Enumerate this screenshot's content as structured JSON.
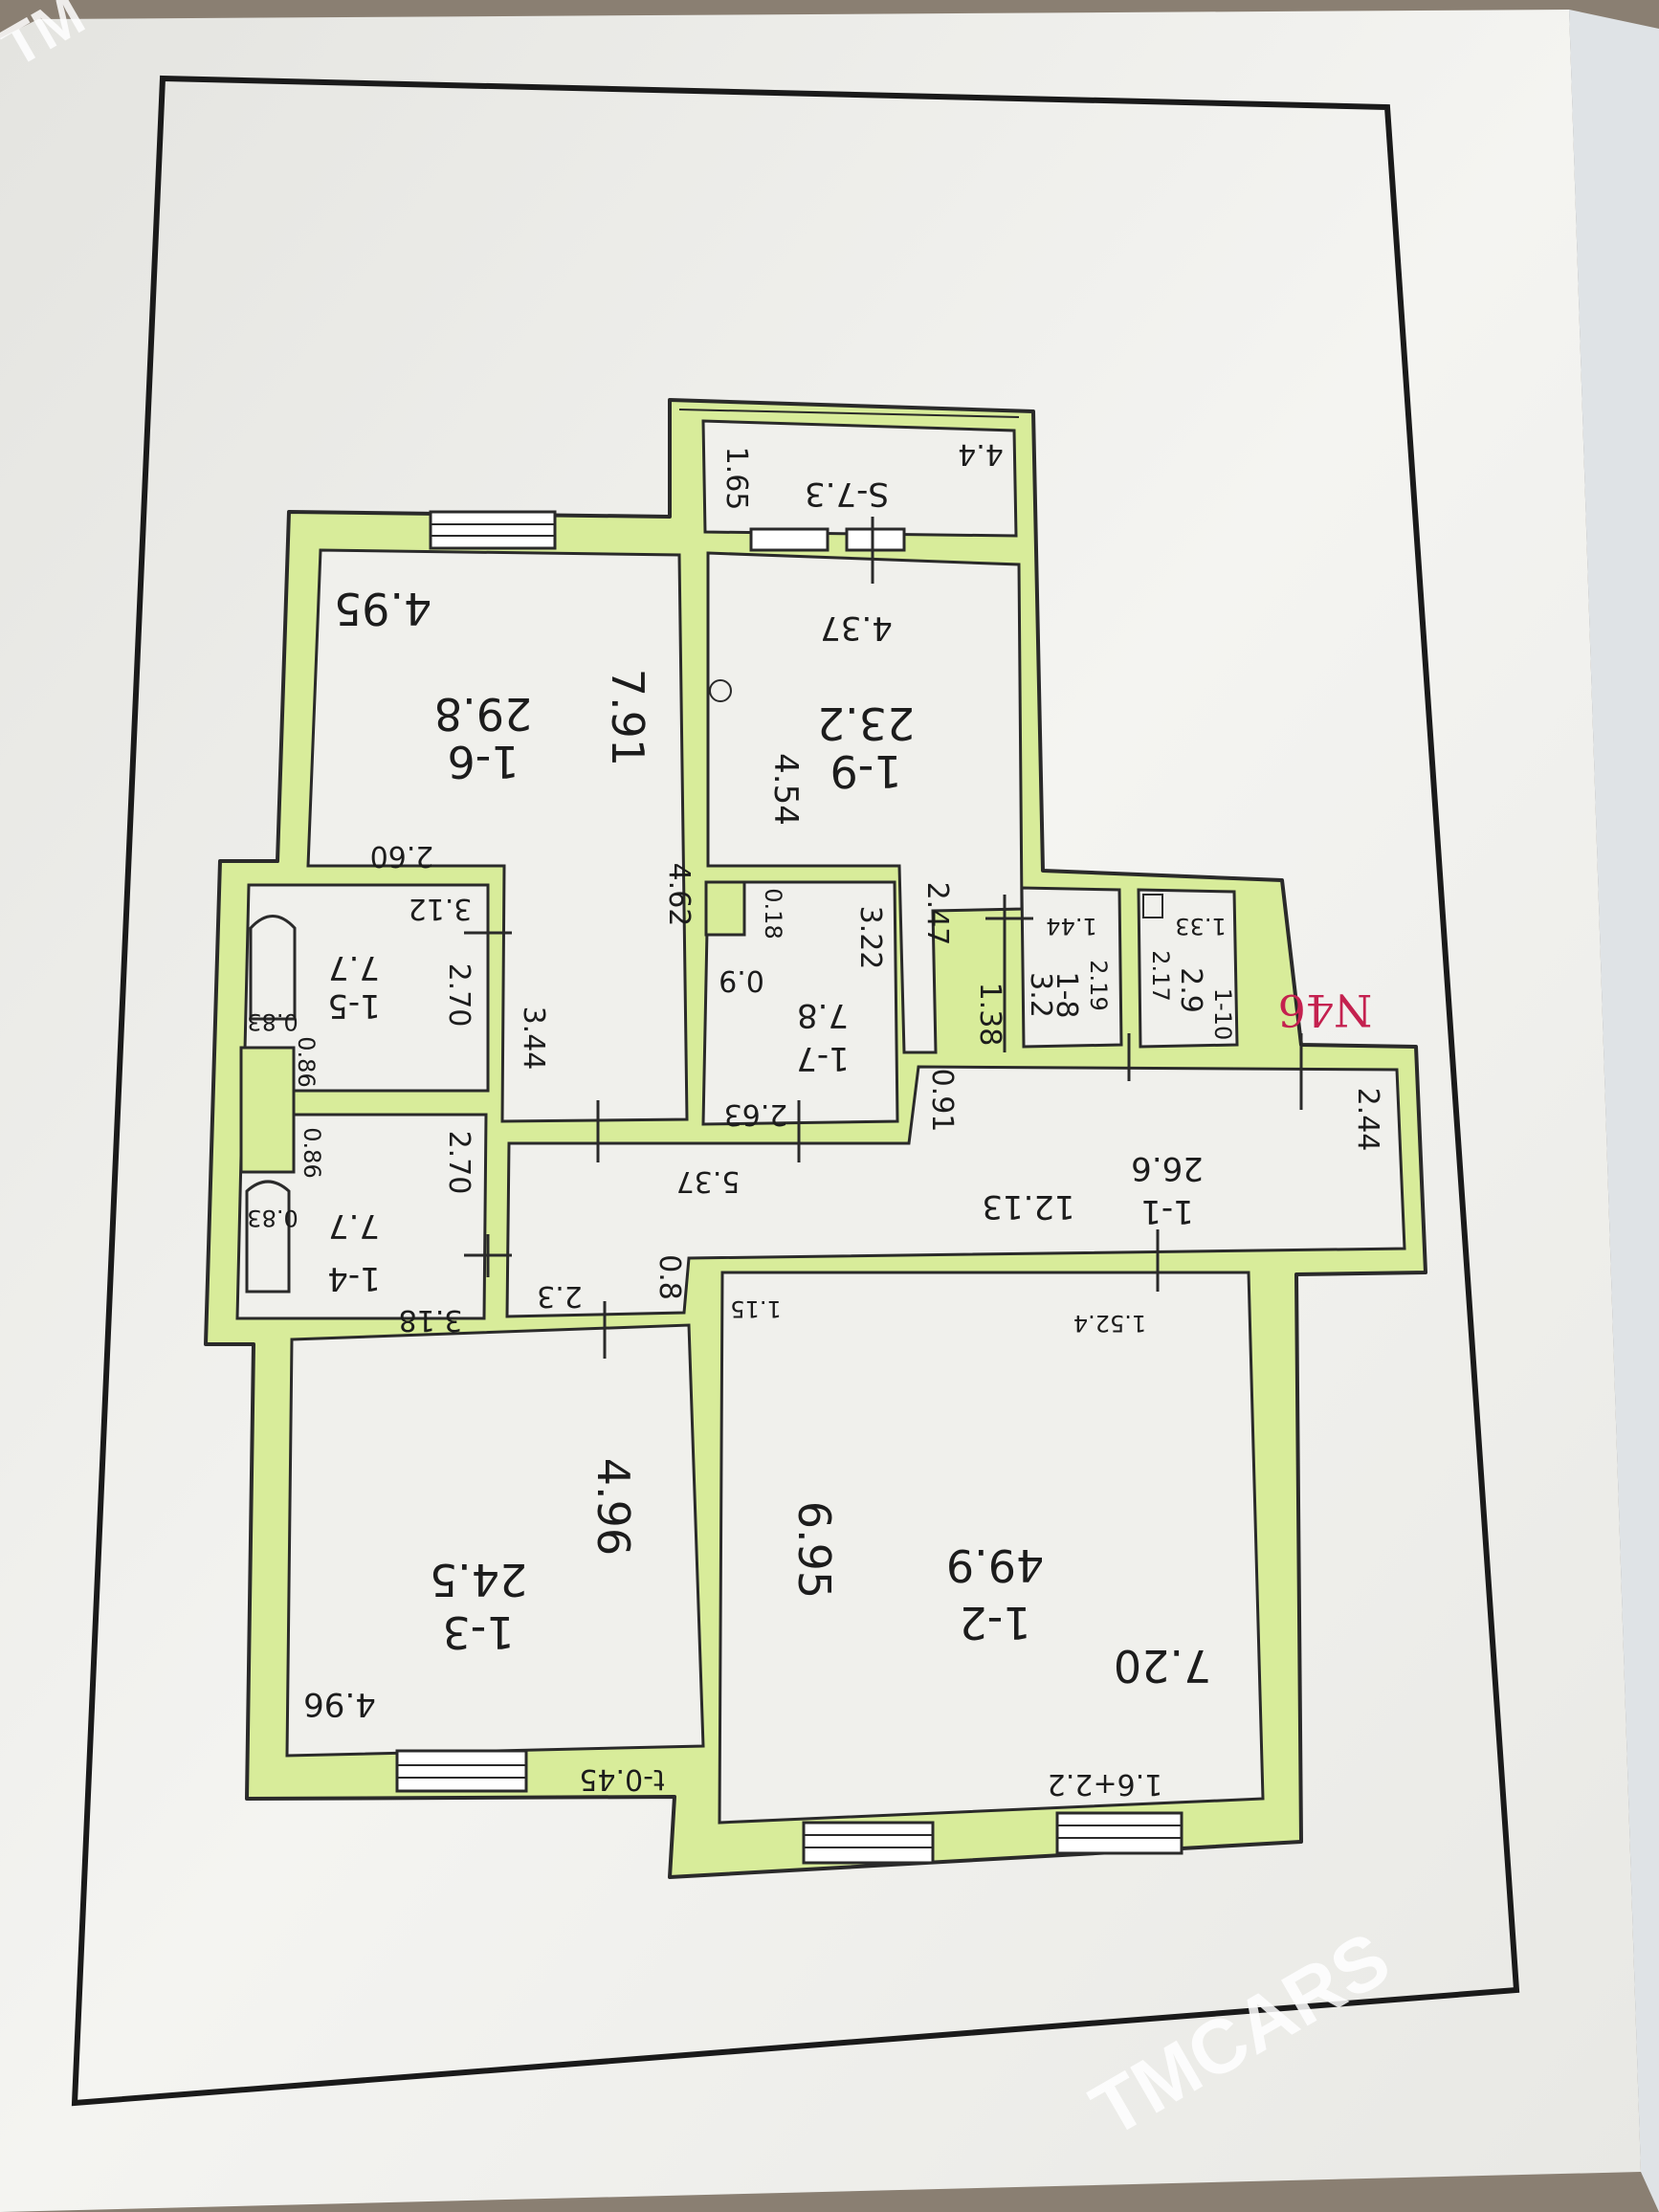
{
  "watermark": {
    "text": "TMCARS",
    "corner_text": "TM"
  },
  "plan_number": "N46",
  "rooms": [
    {
      "id": "1-1",
      "code": "1-1",
      "area": "26.6",
      "dims": [
        "12.13",
        "2.44",
        "5.37",
        "0.91"
      ]
    },
    {
      "id": "1-2",
      "code": "1-2",
      "area": "49.9",
      "dims": [
        "6.95",
        "7.20",
        "1.15",
        "1.6+2.2"
      ]
    },
    {
      "id": "1-3",
      "code": "1-3",
      "area": "24.5",
      "dims": [
        "4.96",
        "4.96",
        "t-0.45"
      ]
    },
    {
      "id": "1-4",
      "code": "1-4",
      "area": "7.7",
      "dims": [
        "3.18",
        "2.70",
        "0.86",
        "0.83"
      ]
    },
    {
      "id": "1-5",
      "code": "1-5",
      "area": "7.7",
      "dims": [
        "3.12",
        "2.70",
        "0.83",
        "0.86"
      ]
    },
    {
      "id": "1-6",
      "code": "1-6",
      "area": "29.8",
      "dims": [
        "4.95",
        "7.91",
        "2.60",
        "4.62"
      ]
    },
    {
      "id": "1-7",
      "code": "1-7",
      "area": "7.8",
      "dims": [
        "3.22",
        "2.63",
        "0.18",
        "0.9"
      ]
    },
    {
      "id": "1-8",
      "code": "1-8",
      "area": "3.2",
      "dims": [
        "1.44",
        "2.19",
        "1.38"
      ]
    },
    {
      "id": "1-9",
      "code": "1-9",
      "area": "23.2",
      "dims": [
        "4.37",
        "4.54",
        "2.47"
      ]
    },
    {
      "id": "1-10",
      "code": "1-10",
      "area": "2.9",
      "dims": [
        "1.33",
        "2.17"
      ]
    },
    {
      "id": "S-7",
      "code": "S-7.3",
      "area": "",
      "dims": [
        "4.4",
        "1.65"
      ]
    }
  ],
  "extra_labels": [
    "3.44",
    "2.3",
    "0.8",
    "1.52.4"
  ],
  "colors": {
    "wall_fill": "#d8ec9a",
    "wall_line": "#2a2a2a",
    "paper": "#f1f1ed",
    "stamp": "#c4214f"
  }
}
